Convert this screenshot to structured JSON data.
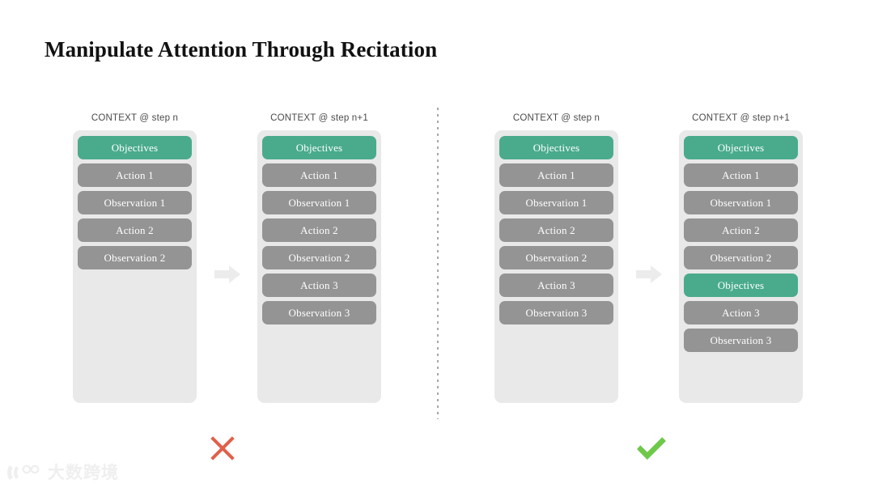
{
  "slide": {
    "title": "Manipulate Attention Through Recitation",
    "background_color": "#ffffff"
  },
  "colors": {
    "accent_green": "#4aab8c",
    "block_gray": "#949494",
    "container_gray": "#e9e9e9",
    "arrow_gray": "#ececec",
    "cross_red": "#e0604c",
    "check_green": "#6ec949",
    "title_color": "#111111",
    "header_color": "#4a4a4a",
    "watermark_color": "#efefef"
  },
  "panels": [
    {
      "id": "without-recitation",
      "verdict_icon": "cross-icon",
      "arrow_icon": "arrow-right-icon",
      "columns": [
        {
          "header": "CONTEXT @ step n",
          "blocks": [
            {
              "label": "Objectives",
              "style": "green"
            },
            {
              "label": "Action 1",
              "style": "gray"
            },
            {
              "label": "Observation 1",
              "style": "gray"
            },
            {
              "label": "Action 2",
              "style": "gray"
            },
            {
              "label": "Observation 2",
              "style": "gray"
            }
          ]
        },
        {
          "header": "CONTEXT @ step n+1",
          "blocks": [
            {
              "label": "Objectives",
              "style": "green"
            },
            {
              "label": "Action 1",
              "style": "gray"
            },
            {
              "label": "Observation 1",
              "style": "gray"
            },
            {
              "label": "Action 2",
              "style": "gray"
            },
            {
              "label": "Observation 2",
              "style": "gray"
            },
            {
              "label": "Action 3",
              "style": "gray"
            },
            {
              "label": "Observation 3",
              "style": "gray"
            }
          ]
        }
      ]
    },
    {
      "id": "with-recitation",
      "verdict_icon": "check-icon",
      "arrow_icon": "arrow-right-icon",
      "columns": [
        {
          "header": "CONTEXT @ step n",
          "blocks": [
            {
              "label": "Objectives",
              "style": "green"
            },
            {
              "label": "Action 1",
              "style": "gray"
            },
            {
              "label": "Observation 1",
              "style": "gray"
            },
            {
              "label": "Action 2",
              "style": "gray"
            },
            {
              "label": "Observation 2",
              "style": "gray"
            },
            {
              "label": "Action 3",
              "style": "gray"
            },
            {
              "label": "Observation 3",
              "style": "gray"
            }
          ]
        },
        {
          "header": "CONTEXT @ step n+1",
          "blocks": [
            {
              "label": "Objectives",
              "style": "green"
            },
            {
              "label": "Action 1",
              "style": "gray"
            },
            {
              "label": "Observation 1",
              "style": "gray"
            },
            {
              "label": "Action 2",
              "style": "gray"
            },
            {
              "label": "Observation 2",
              "style": "gray"
            },
            {
              "label": "Objectives",
              "style": "green"
            },
            {
              "label": "Action 3",
              "style": "gray"
            },
            {
              "label": "Observation 3",
              "style": "gray"
            }
          ]
        }
      ]
    }
  ],
  "watermark": {
    "text": "大数跨境",
    "logo_icon": "brand-logo-icon"
  }
}
